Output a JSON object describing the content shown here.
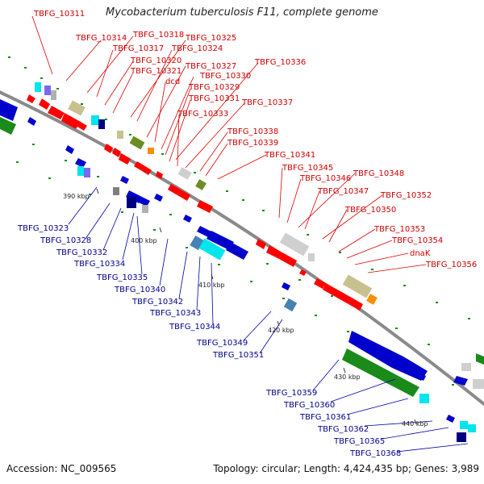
{
  "title": "Mycobacterium tuberculosis F11, complete genome",
  "footer": {
    "accession": "Accession: NC_009565",
    "stats": "Topology: circular; Length: 4,424,435 bp; Genes: 3,989"
  },
  "ticks": [
    {
      "label": "390 kbp"
    },
    {
      "label": "400 kbp"
    },
    {
      "label": "410 kbp"
    },
    {
      "label": "420 kbp"
    },
    {
      "label": "430 kbp"
    },
    {
      "label": "440 kbp"
    }
  ],
  "colors": {
    "forward_label": "#cc0000",
    "reverse_label": "#00008b",
    "backbone": "#888888"
  },
  "forward_labels": [
    "TBFG_10311",
    "TBFG_10314",
    "TBFG_10318",
    "TBFG_10325",
    "TBFG_10317",
    "TBFG_10324",
    "TBFG_10320",
    "TBFG_10321",
    "TBFG_10327",
    "dcd",
    "TBFG_10336",
    "TBFG_10330",
    "TBFG_10329",
    "TBFG_10331",
    "TBFG_10337",
    "TBFG_10333",
    "TBFG_10338",
    "TBFG_10339",
    "TBFG_10341",
    "TBFG_10345",
    "TBFG_10346",
    "TBFG_10348",
    "TBFG_10347",
    "TBFG_10352",
    "TBFG_10350",
    "TBFG_10353",
    "TBFG_10354",
    "dnaK",
    "TBFG_10356"
  ],
  "reverse_labels": [
    "TBFG_10323",
    "TBFG_10328",
    "TBFG_10332",
    "TBFG_10334",
    "TBFG_10335",
    "TBFG_10340",
    "TBFG_10342",
    "TBFG_10343",
    "TBFG_10344",
    "TBFG_10349",
    "TBFG_10351",
    "TBFG_10359",
    "TBFG_10360",
    "TBFG_10361",
    "TBFG_10362",
    "TBFG_10365",
    "TBFG_10368"
  ]
}
